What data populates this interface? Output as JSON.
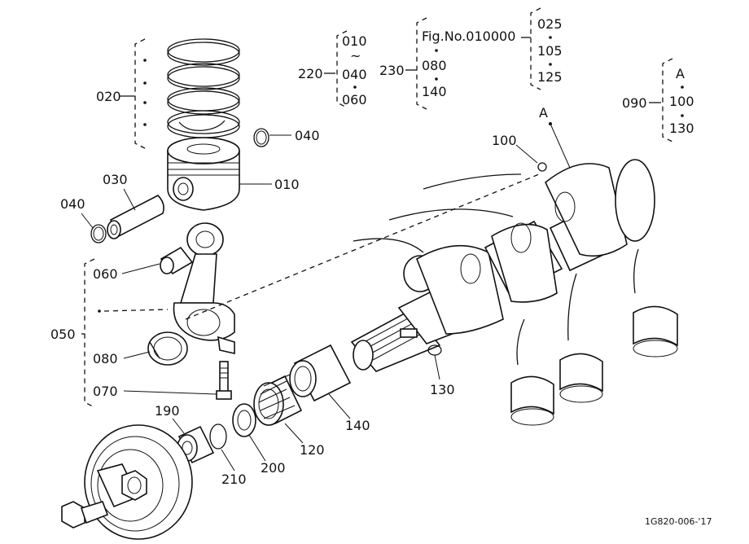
{
  "labels": {
    "p010": "010",
    "p020": "020",
    "p030": "030",
    "p040a": "040",
    "p040b": "040",
    "p050": "050",
    "p060": "060",
    "p070": "070",
    "p080": "080",
    "p090": "090",
    "p100": "100",
    "p120": "120",
    "p130": "130",
    "p140": "140",
    "p190": "190",
    "p200": "200",
    "p210": "210",
    "ref_a": "A"
  },
  "legend220": {
    "code": "220",
    "tilde": "~",
    "items": [
      "010",
      "040",
      "060"
    ]
  },
  "legend230": {
    "code": "230",
    "fig": "Fig.No.010000",
    "items": [
      "080",
      "140"
    ],
    "right": [
      "025",
      "105",
      "125"
    ]
  },
  "legend090": {
    "code": "090",
    "items": [
      "A",
      "100",
      "130"
    ]
  },
  "footer": {
    "drawing_id": "1G820-006-'17"
  }
}
